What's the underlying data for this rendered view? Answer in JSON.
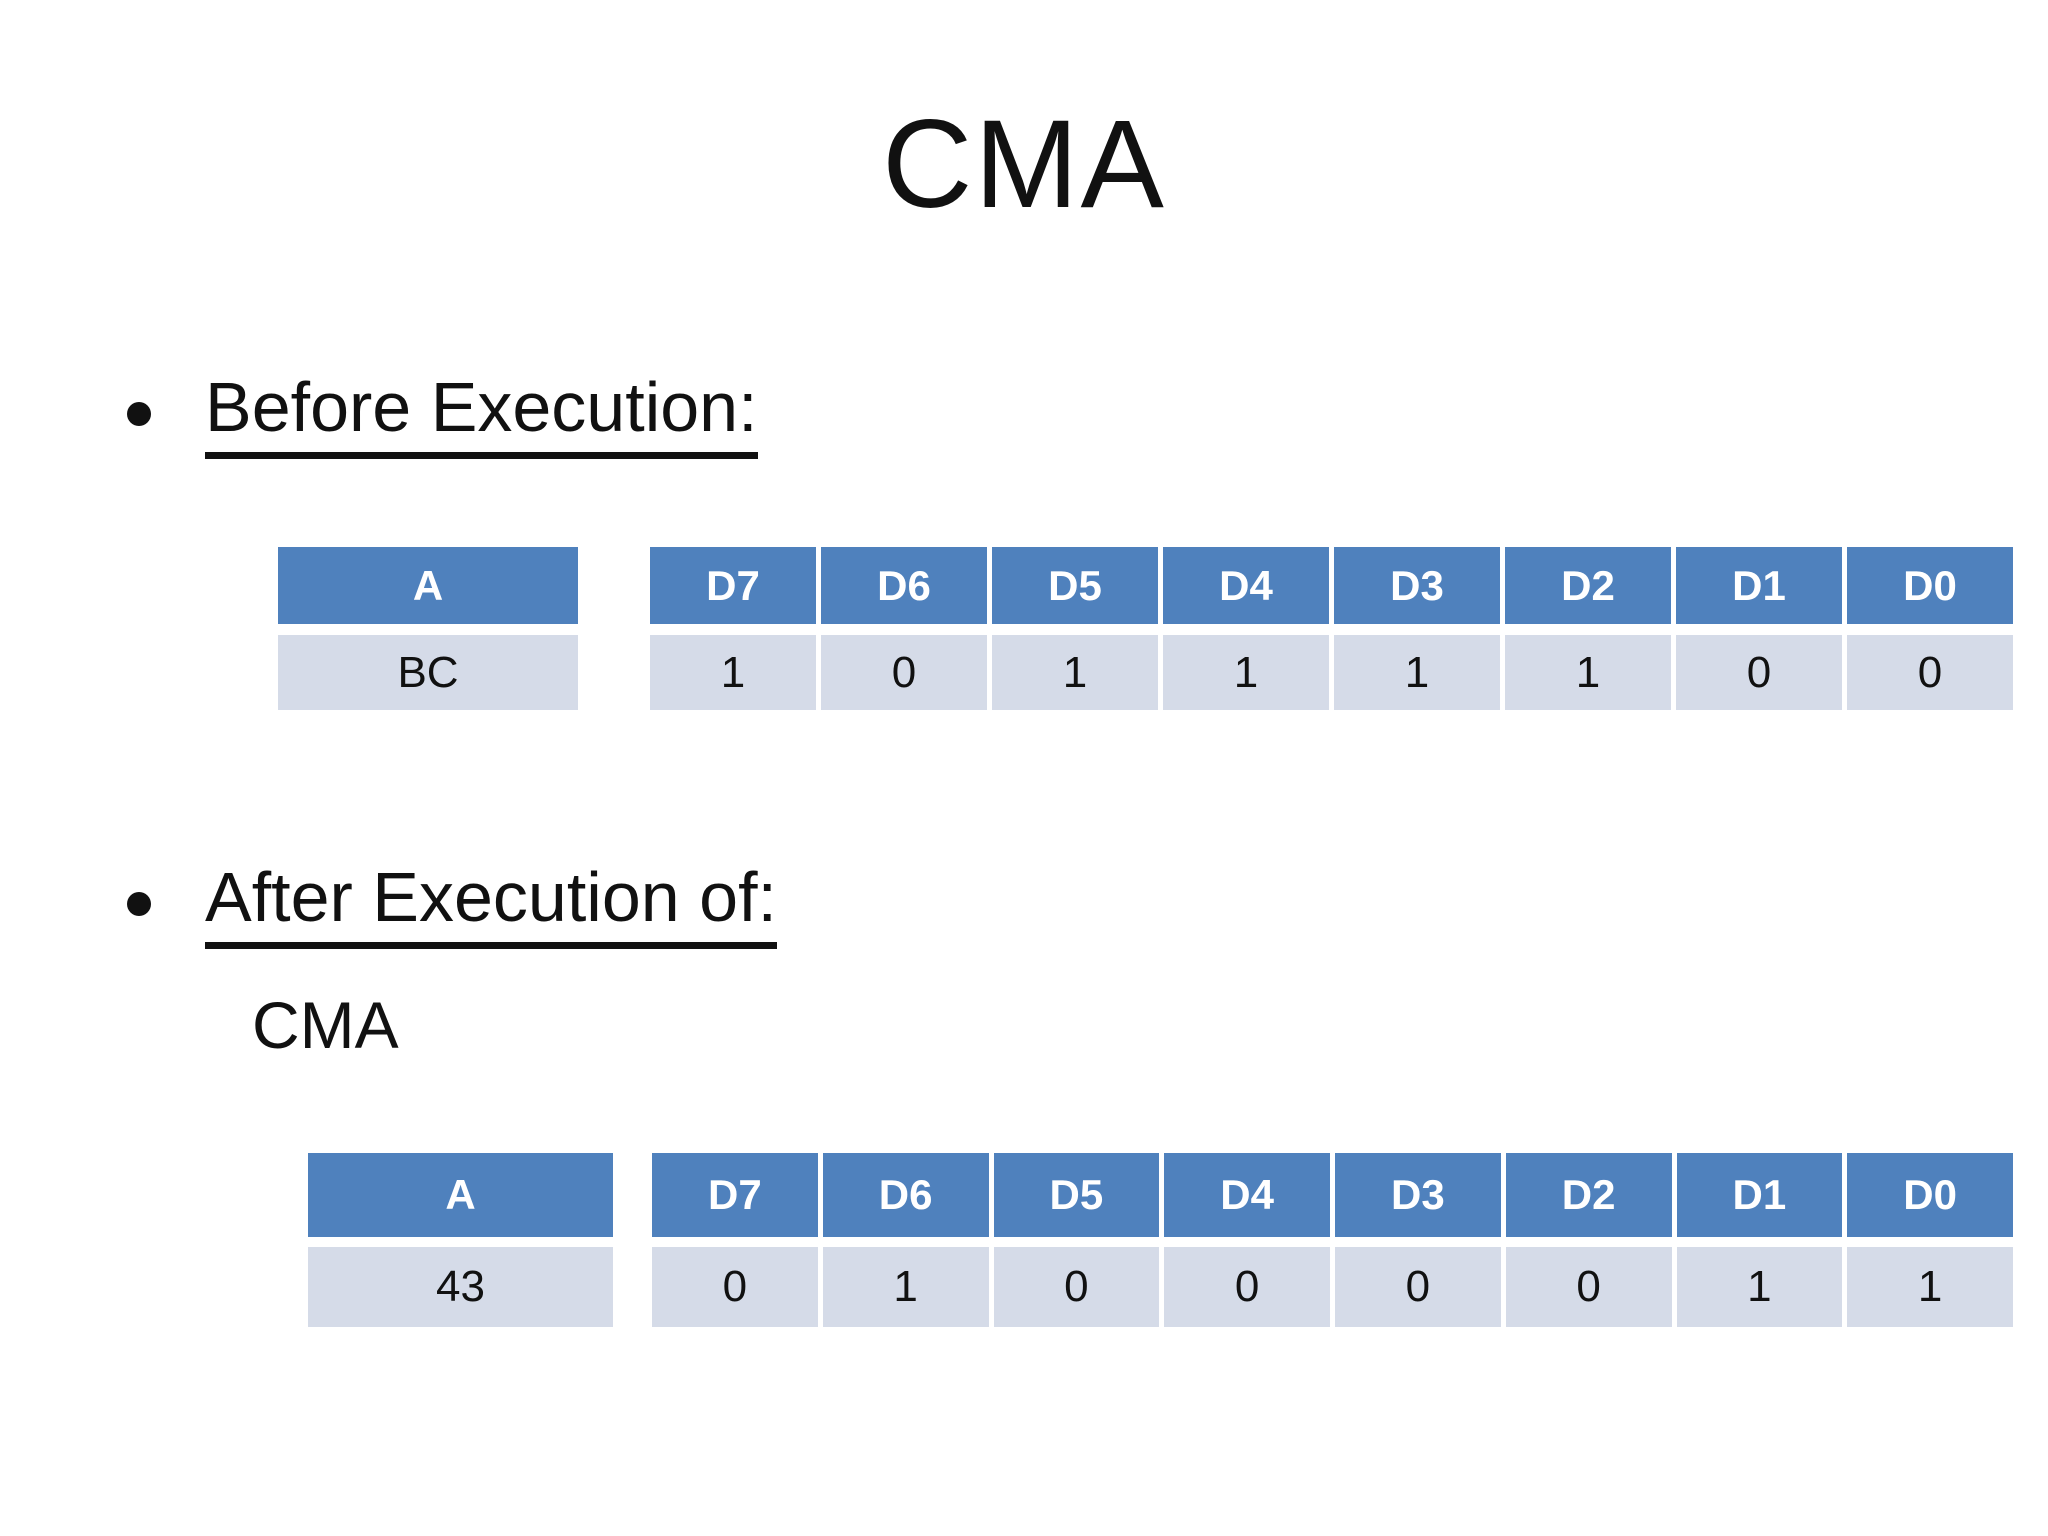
{
  "slide": {
    "title": "CMA",
    "colors": {
      "table_header_bg": "#4f81bd",
      "table_row_bg": "#d5dbe8",
      "table_header_text": "#ffffff",
      "body_text": "#111111"
    },
    "sections": [
      {
        "bullet_label": "Before Execution:",
        "register_table": {
          "header": "A",
          "value": "BC"
        },
        "bit_table": {
          "headers": [
            "D7",
            "D6",
            "D5",
            "D4",
            "D3",
            "D2",
            "D1",
            "D0"
          ],
          "values": [
            "1",
            "0",
            "1",
            "1",
            "1",
            "1",
            "0",
            "0"
          ]
        }
      },
      {
        "bullet_label": "After Execution of:",
        "sub_label": "CMA",
        "register_table": {
          "header": "A",
          "value": "43"
        },
        "bit_table": {
          "headers": [
            "D7",
            "D6",
            "D5",
            "D4",
            "D3",
            "D2",
            "D1",
            "D0"
          ],
          "values": [
            "0",
            "1",
            "0",
            "0",
            "0",
            "0",
            "1",
            "1"
          ]
        }
      }
    ]
  }
}
